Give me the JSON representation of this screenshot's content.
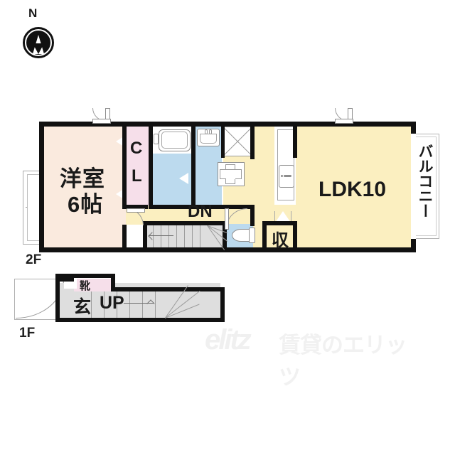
{
  "compass": {
    "label": "N",
    "icon": "north-arrow-icon"
  },
  "floors": {
    "second": {
      "tag": "2F"
    },
    "first": {
      "tag": "1F"
    }
  },
  "rooms": {
    "bedroom": {
      "name_line1": "洋室",
      "name_line2": "6帖",
      "color": "#faeade"
    },
    "closet": {
      "label_line1": "C",
      "label_line2": "L",
      "color": "#f6dfea"
    },
    "bath": {
      "label": "",
      "color": "#bcdaee"
    },
    "washroom": {
      "label": "",
      "color": "#bcdaee"
    },
    "toilet": {
      "label": "",
      "color": "#bcdaee"
    },
    "hall": {
      "label": "DN",
      "color": "#fbefc0"
    },
    "ldk": {
      "label": "LDK10",
      "color": "#fbefc0"
    },
    "storage": {
      "label": "収",
      "color": "#f6dfea"
    },
    "balcony": {
      "label": "バルコニー",
      "color": "#ffffff"
    },
    "entrance": {
      "label": "玄",
      "color": "#dedede"
    },
    "shoebox": {
      "label": "靴",
      "color": "#f6dfea"
    },
    "stairs_up": {
      "label": "UP",
      "color": "#dedede"
    }
  },
  "fixtures": {
    "bathtub": "bathtub-icon",
    "washbasin": "washbasin-icon",
    "washer_space": "washing-machine-space-icon",
    "washer_pan": "washing-machine-pan-icon",
    "toilet_bowl": "toilet-icon",
    "kitchen_sink": "kitchen-sink-icon",
    "kitchen_counter": "kitchen-counter-icon",
    "window_left": "window-icon",
    "door_bedroom": "door-icon",
    "door_ldk": "door-icon",
    "door_hall": "door-icon",
    "stair_arrow_up": "up-arrow-icon",
    "stair_arrow_dn": "down-arrow-icon"
  },
  "watermark": {
    "brand": "elitz",
    "text": "賃貸のエリッツ"
  },
  "colors": {
    "wall": "#111111",
    "bedroom": "#faeade",
    "ldk": "#fbefc0",
    "water": "#bcdaee",
    "pink": "#f6dfea",
    "gray": "#dedede",
    "thin": "#9a9a9a"
  }
}
